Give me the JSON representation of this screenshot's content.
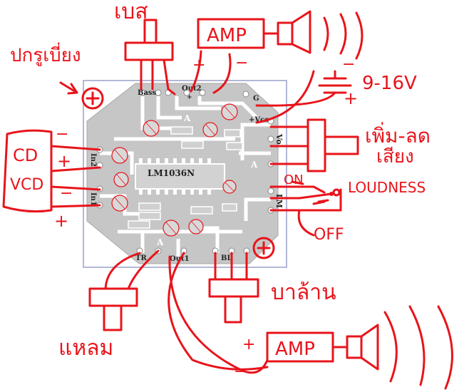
{
  "colors": {
    "ink": "#e8141b",
    "board": "#ffffff",
    "copper": "#c8c8c8",
    "silk": "#222222"
  },
  "board": {
    "chip": "LM1036N",
    "pins": {
      "bass": "Bass",
      "out2": "Out2",
      "out2_plus": "+",
      "gnd": "G",
      "vcc": "+Vcc",
      "vol": "Vol",
      "lm": "LM",
      "bl": "BL",
      "out1": "Out1",
      "tr": "TR",
      "in1": "In1",
      "in2": "In2",
      "a_label": "A"
    }
  },
  "labels": {
    "bass_thai": "เบส",
    "treble_thai": "แหลม",
    "balance_thai": "บาล้าน",
    "volume_thai_1": "เพิ่ม-ลด",
    "volume_thai_2": "เสียง",
    "tone_left_thai": "ปกรูเบี่ยง",
    "amp_top": "AMP",
    "amp_bottom": "AMP",
    "supply": "9-16V",
    "loudness": "LOUDNESS",
    "on": "ON",
    "off": "OFF",
    "cd": "CD",
    "vcd": "VCD",
    "plus": "+",
    "minus": "−"
  }
}
